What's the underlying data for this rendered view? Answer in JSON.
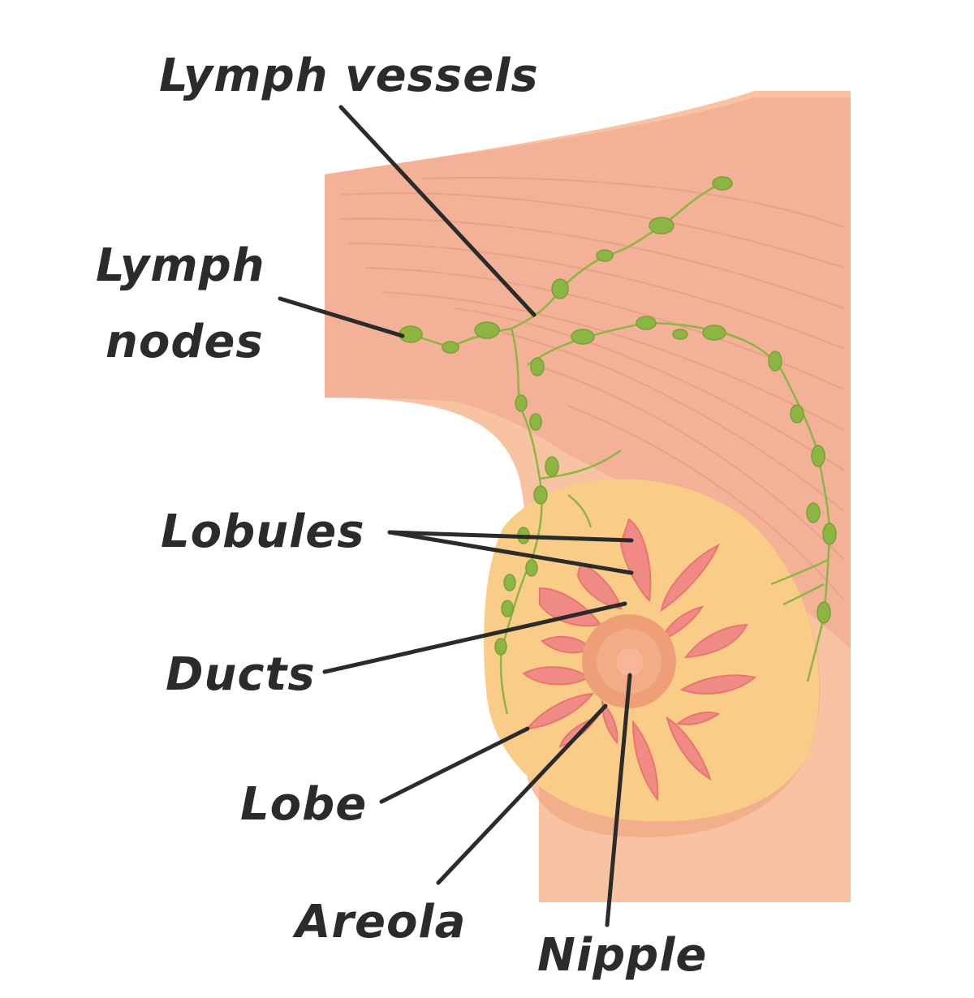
{
  "labels": {
    "lymph_vessels": "Lymph vessels",
    "lymph_nodes_line1": "Lymph",
    "lymph_nodes_line2": "nodes",
    "lobules": "Lobules",
    "ducts": "Ducts",
    "lobe": "Lobe",
    "areola": "Areola",
    "nipple": "Nipple"
  },
  "colors": {
    "skin": "#f8c3a2",
    "muscle": "#f3b198",
    "breast_tissue": "#f9cc88",
    "lobule": "#f08a85",
    "areola": "#ee9f78",
    "nipple": "#f7b796",
    "lymph": "#8db542",
    "leader_line": "#2b2b2b"
  }
}
